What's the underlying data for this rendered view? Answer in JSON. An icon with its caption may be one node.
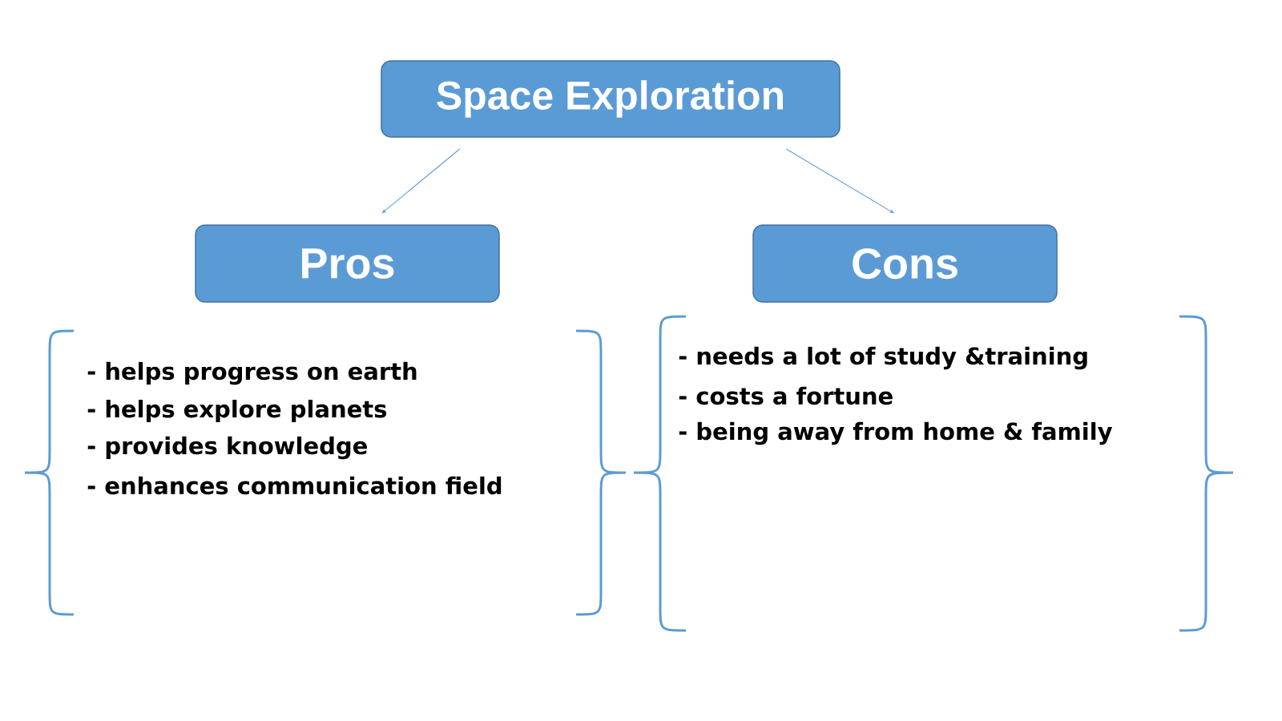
{
  "diagram": {
    "nodes": [
      {
        "text": [
          "Space Exploration"
        ]
      },
      {
        "text": [
          "Pros"
        ]
      },
      {
        "text": [
          "Cons"
        ]
      }
    ],
    "edges": [
      {
        "from": 0,
        "to": 1,
        "arrow": "to"
      },
      {
        "from": 0,
        "to": 2,
        "arrow": "to"
      }
    ],
    "labels": [
      "- helps progress on earth",
      "- helps explore planets",
      "- provides knowledge",
      "- enhances communication field",
      "- needs a lot of study &training",
      "- costs a fortune",
      "- being away from home & family"
    ]
  }
}
